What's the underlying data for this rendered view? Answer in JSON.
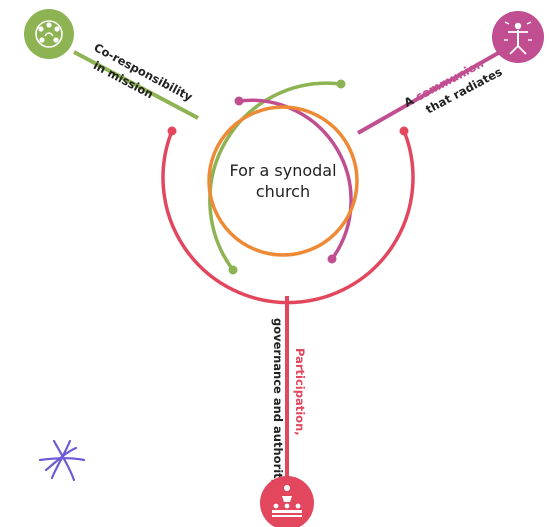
{
  "center": {
    "line1": "For a synodal",
    "line2": "church"
  },
  "branches": {
    "left": {
      "line1": "Co-responsibility",
      "line2": "in mission",
      "icon": "people-circle-icon"
    },
    "right": {
      "line1_prefix": "A ",
      "line1_highlight": "communion",
      "line2": "that radiates",
      "icon": "communion-figure-icon"
    },
    "bottom": {
      "line1": "Participation,",
      "line2": "governance and authority",
      "icon": "assembly-icon"
    }
  },
  "colors": {
    "green": "#8db352",
    "magenta": "#c04e90",
    "red": "#e2475e",
    "orange": "#ee8a36",
    "purple": "#6b5bd6",
    "text_dark": "#222222"
  },
  "decoration": {
    "doodle": "purple-star-doodle"
  }
}
